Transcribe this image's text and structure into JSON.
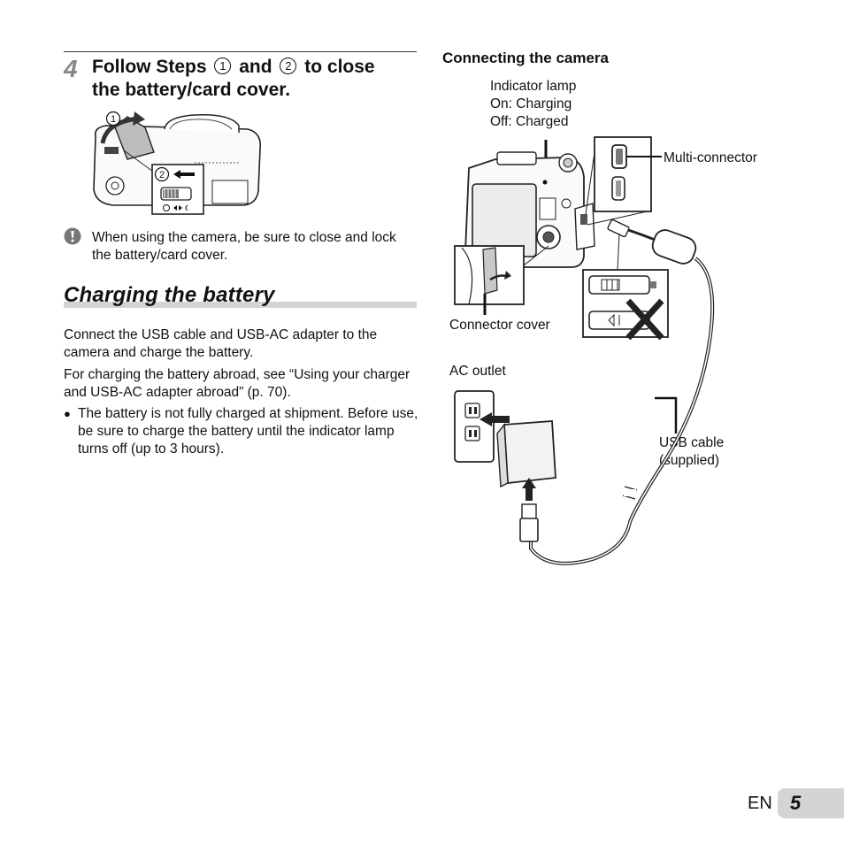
{
  "step": {
    "number": "4",
    "title_part1": "Follow Steps",
    "circle_1": "1",
    "title_and": "and",
    "circle_2": "2",
    "title_part2": "to close",
    "title_line2": "the battery/card cover."
  },
  "step_illustration": {
    "marker_1": "1",
    "marker_2": "2"
  },
  "note": {
    "icon": "caution-icon",
    "text": "When using the camera, be sure to close and lock the battery/card cover."
  },
  "section": {
    "title": "Charging the battery",
    "paragraph1": "Connect the USB cable and USB-AC adapter to the camera and charge the battery.",
    "paragraph2": "For charging the battery abroad, see “Using your charger and USB-AC adapter abroad” (p. 70).",
    "bullet_symbol": "●",
    "bullet": "The battery is not fully charged at shipment. Before use, be sure to charge the battery until the indicator lamp turns off (up to 3 hours)."
  },
  "connecting": {
    "title": "Connecting the camera",
    "indicator_lamp": "Indicator lamp",
    "on_charging": "On: Charging",
    "off_charged": "Off: Charged",
    "multi_connector": "Multi-connector",
    "connector_cover": "Connector cover",
    "ac_outlet": "AC outlet",
    "usb_cable": "USB cable",
    "supplied": "(supplied)"
  },
  "footer": {
    "lang": "EN",
    "page": "5"
  }
}
